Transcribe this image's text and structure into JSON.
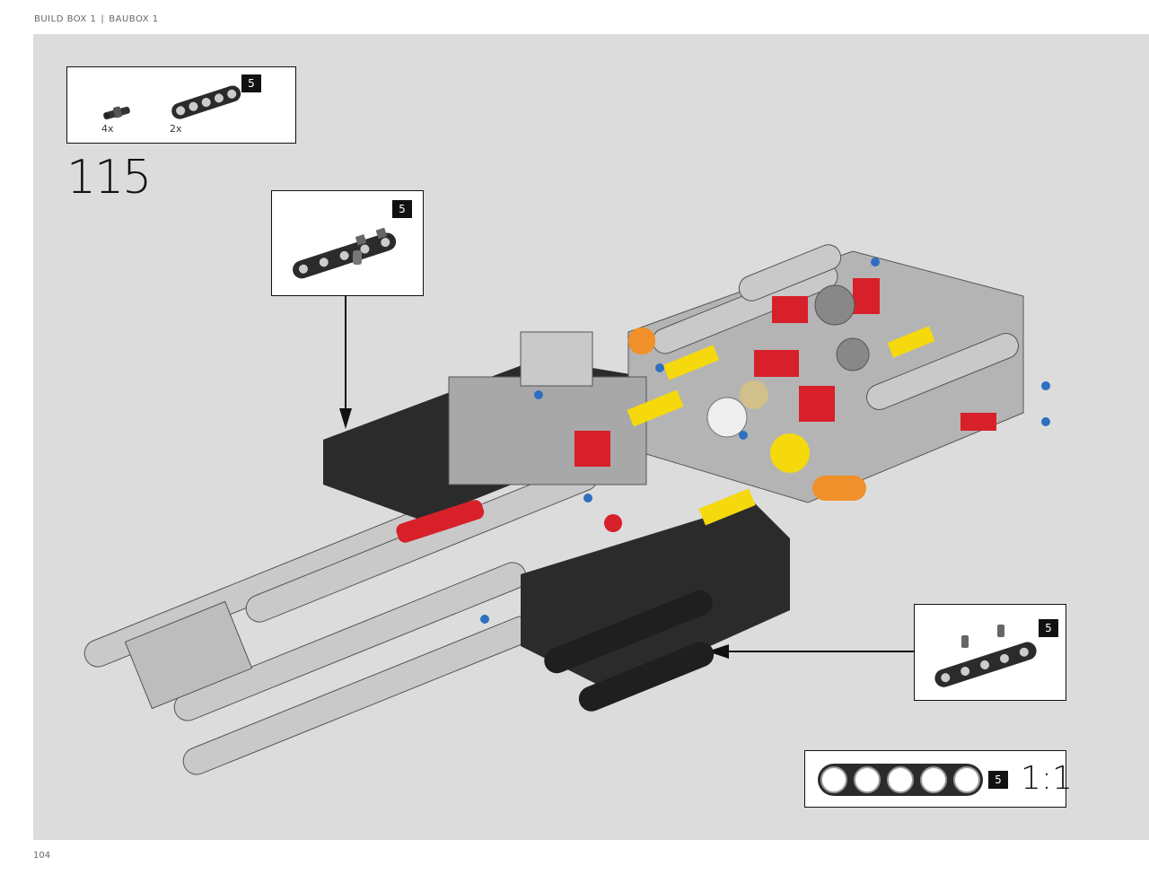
{
  "header": {
    "build_box": "BUILD BOX 1",
    "separator": "|",
    "baubox": "BAUBOX 1"
  },
  "parts_list": {
    "items": [
      {
        "quantity": "4x",
        "icon": "axle-pin-icon"
      },
      {
        "quantity": "2x",
        "icon": "beam-5-icon"
      }
    ],
    "beam_length": "5"
  },
  "step": {
    "number": "115"
  },
  "sub_callout_top": {
    "beam_length": "5",
    "icon": "beam-with-pins-icon"
  },
  "sub_callout_right": {
    "beam_length": "5",
    "icon": "beam-with-pins-icon"
  },
  "scale_reference": {
    "beam_length": "5",
    "scale": "1:1",
    "icon": "beam-5-scale-icon"
  },
  "page": {
    "number": "104"
  },
  "colors": {
    "panel": "#dcdcdc",
    "beam_light": "#c9c9c9",
    "beam_dark": "#2b2b2b",
    "accent_red": "#d8202a",
    "accent_yellow": "#f5d90c",
    "accent_blue": "#2f6fc1",
    "accent_orange": "#f0902a"
  },
  "model_image": {
    "icon": "technic-chassis-assembly-icon"
  }
}
